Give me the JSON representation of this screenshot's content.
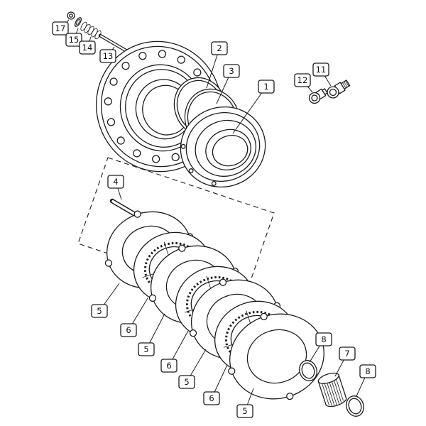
{
  "colors": {
    "background": "#ffffff",
    "line": "#1c1c1c",
    "label_text": "#111111",
    "label_box_fill": "#ffffff"
  },
  "callouts": [
    {
      "label": "17"
    },
    {
      "label": "15"
    },
    {
      "label": "14"
    },
    {
      "label": "13"
    },
    {
      "label": "2"
    },
    {
      "label": "3"
    },
    {
      "label": "1"
    },
    {
      "label": "12"
    },
    {
      "label": "11"
    },
    {
      "label": "4"
    },
    {
      "label": "5"
    },
    {
      "label": "6"
    },
    {
      "label": "5"
    },
    {
      "label": "6"
    },
    {
      "label": "5"
    },
    {
      "label": "6"
    },
    {
      "label": "5"
    },
    {
      "label": "8"
    },
    {
      "label": "7"
    },
    {
      "label": "8"
    }
  ]
}
